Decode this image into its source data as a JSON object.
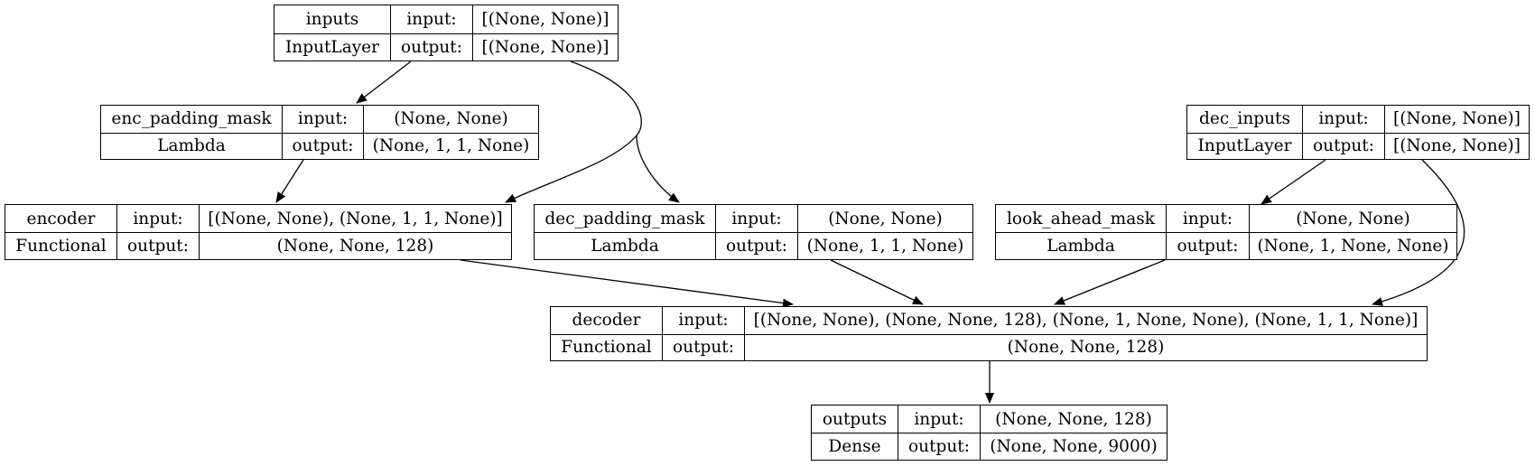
{
  "nodes": {
    "inputs": {
      "name": "inputs",
      "type": "InputLayer",
      "input_label": "input:",
      "output_label": "output:",
      "input_shape": "[(None, None)]",
      "output_shape": "[(None, None)]"
    },
    "enc_padding_mask": {
      "name": "enc_padding_mask",
      "type": "Lambda",
      "input_label": "input:",
      "output_label": "output:",
      "input_shape": "(None, None)",
      "output_shape": "(None, 1, 1, None)"
    },
    "dec_inputs": {
      "name": "dec_inputs",
      "type": "InputLayer",
      "input_label": "input:",
      "output_label": "output:",
      "input_shape": "[(None, None)]",
      "output_shape": "[(None, None)]"
    },
    "encoder": {
      "name": "encoder",
      "type": "Functional",
      "input_label": "input:",
      "output_label": "output:",
      "input_shape": "[(None, None), (None, 1, 1, None)]",
      "output_shape": "(None, None, 128)"
    },
    "dec_padding_mask": {
      "name": "dec_padding_mask",
      "type": "Lambda",
      "input_label": "input:",
      "output_label": "output:",
      "input_shape": "(None, None)",
      "output_shape": "(None, 1, 1, None)"
    },
    "look_ahead_mask": {
      "name": "look_ahead_mask",
      "type": "Lambda",
      "input_label": "input:",
      "output_label": "output:",
      "input_shape": "(None, None)",
      "output_shape": "(None, 1, None, None)"
    },
    "decoder": {
      "name": "decoder",
      "type": "Functional",
      "input_label": "input:",
      "output_label": "output:",
      "input_shape": "[(None, None), (None, None, 128), (None, 1, None, None), (None, 1, 1, None)]",
      "output_shape": "(None, None, 128)"
    },
    "outputs": {
      "name": "outputs",
      "type": "Dense",
      "input_label": "input:",
      "output_label": "output:",
      "input_shape": "(None, None, 128)",
      "output_shape": "(None, None, 9000)"
    }
  },
  "edges": [
    {
      "from": "inputs",
      "to": "enc_padding_mask"
    },
    {
      "from": "inputs",
      "to": "encoder"
    },
    {
      "from": "inputs",
      "to": "dec_padding_mask"
    },
    {
      "from": "enc_padding_mask",
      "to": "encoder"
    },
    {
      "from": "dec_inputs",
      "to": "look_ahead_mask"
    },
    {
      "from": "dec_inputs",
      "to": "decoder"
    },
    {
      "from": "encoder",
      "to": "decoder"
    },
    {
      "from": "dec_padding_mask",
      "to": "decoder"
    },
    {
      "from": "look_ahead_mask",
      "to": "decoder"
    },
    {
      "from": "decoder",
      "to": "outputs"
    }
  ]
}
